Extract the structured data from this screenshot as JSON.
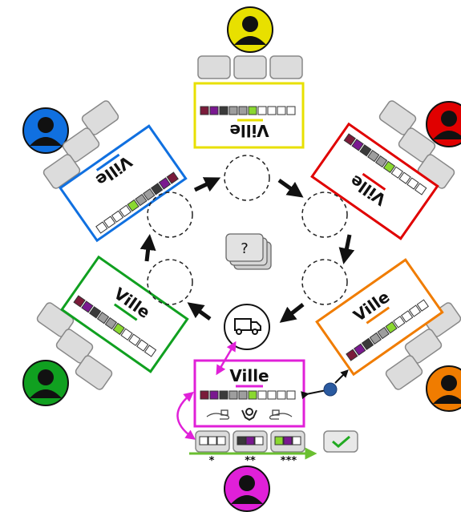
{
  "city_label": "Ville",
  "center_stack_label": "?",
  "star_labels": [
    "*",
    "**",
    "***"
  ],
  "players": [
    {
      "color": "#e8e000",
      "name": "yellow"
    },
    {
      "color": "#e00000",
      "name": "red"
    },
    {
      "color": "#f07c00",
      "name": "orange"
    },
    {
      "color": "#e020d8",
      "name": "magenta"
    },
    {
      "color": "#10a020",
      "name": "green"
    },
    {
      "color": "#1070e0",
      "name": "blue"
    }
  ],
  "track_colors": [
    "#7a1b3a",
    "#7a1890",
    "#3a3a3a",
    "#9e9e9e",
    "#c8c8c8",
    "#8ad830",
    "#ffffff"
  ],
  "accent_colors": {
    "arrow": "#111111",
    "pink_arrow": "#e020d8",
    "connector": "#2a5aa0",
    "check": "#22aa22",
    "progress_arrow": "#6abf30"
  }
}
